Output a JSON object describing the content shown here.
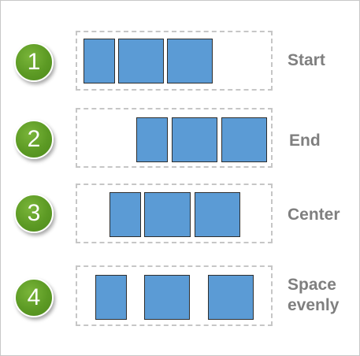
{
  "colors": {
    "badge": "#5c9a24",
    "item_fill": "#5b9bd5",
    "item_border": "#2e2e2e",
    "container_border": "#c6c6c6",
    "label": "#7f7f7f"
  },
  "rows": [
    {
      "number": "1",
      "label": "Start"
    },
    {
      "number": "2",
      "label": "End"
    },
    {
      "number": "3",
      "label": "Center"
    },
    {
      "number": "4",
      "label_line1": "Space",
      "label_line2": "evenly"
    }
  ]
}
